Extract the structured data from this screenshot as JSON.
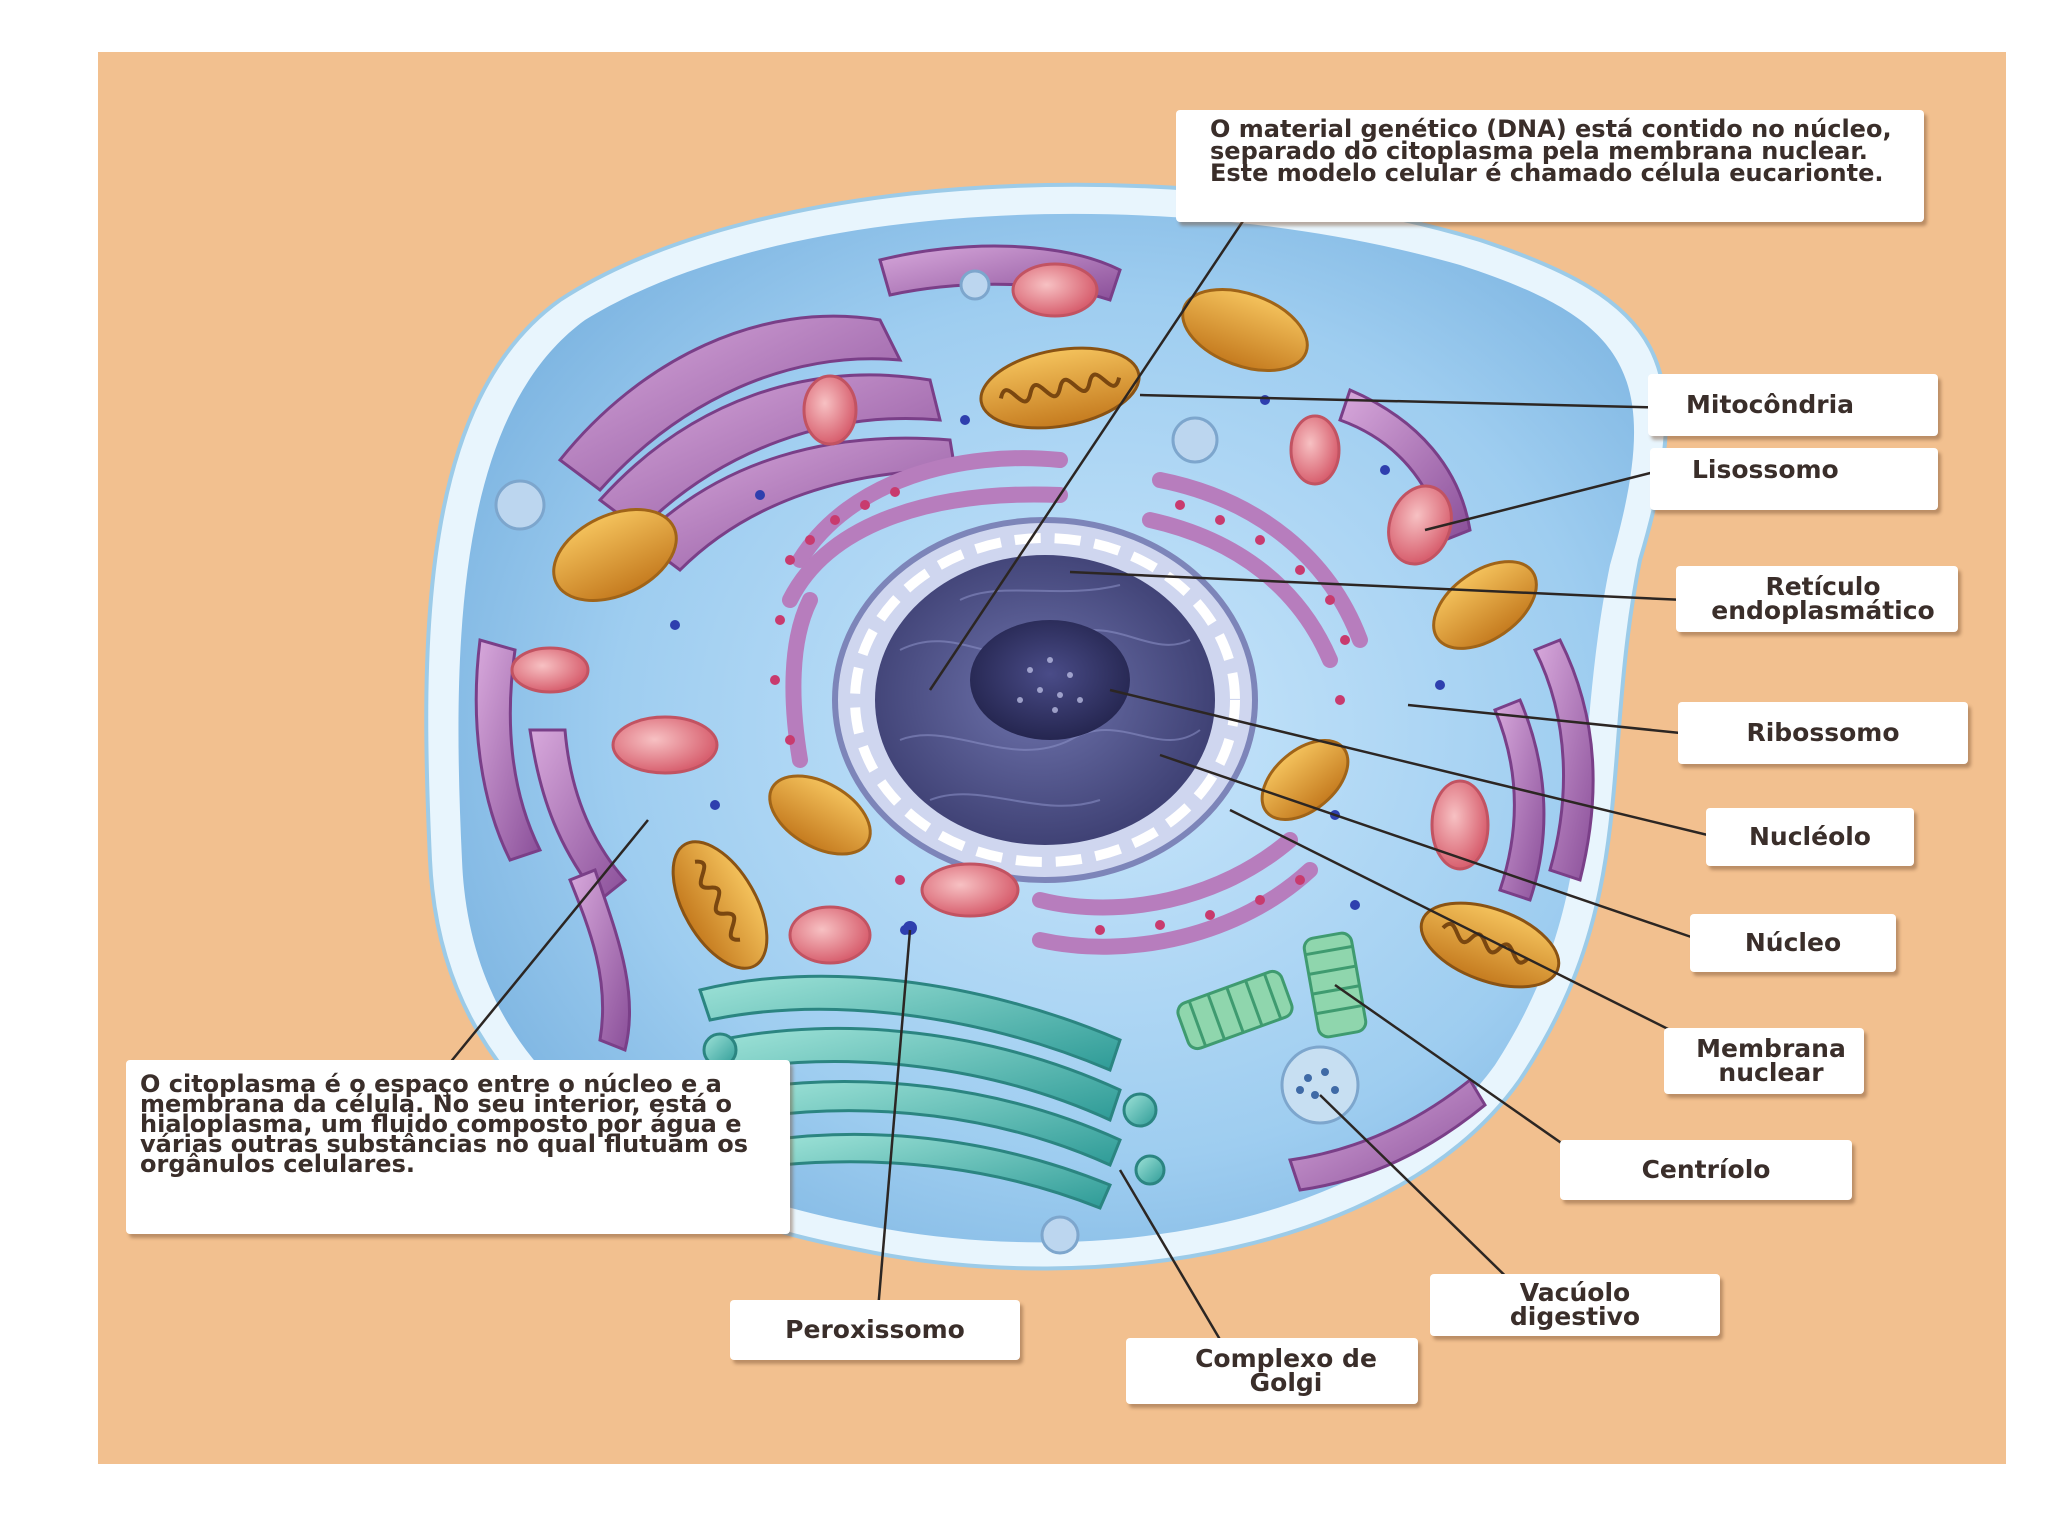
{
  "labels": {
    "dna": "O material genético (DNA) está contido no núcleo, separado do citoplasma pela membrana nuclear. Este modelo celular é chamado célula eucarionte.",
    "citoplasma": "O citoplasma é o espaço entre o núcleo e a membrana da célula. No seu interior, está o hialoplasma, um fluido composto por água e várias outras substâncias no qual flutuam os orgânulos celulares.",
    "mitocondria": "Mitocôndria",
    "lisossomo": "Lisossomo",
    "reticulo": "Retículo endoplasmático",
    "ribossomo": "Ribossomo",
    "nucleolo": "Nucléolo",
    "nucleo": "Núcleo",
    "membrana_nuclear": "Membrana nuclear",
    "centriolo": "Centríolo",
    "vacuolo": "Vacúolo digestivo",
    "complexo_golgi": "Complexo de Golgi",
    "peroxissomo": "Peroxissomo"
  },
  "colors": {
    "background_panel": "#f2c08f",
    "cytoplasm": "#a9d4f2",
    "cell_membrane": "#e6f4fd",
    "nucleus": "#5a5e96",
    "nucleolus": "#3a3c70",
    "mitochondria": "#e8a73c",
    "lysosome": "#e98a92",
    "endoplasmic_reticulum": "#b07ab5",
    "golgi": "#5fbfb5",
    "ribosome": "#c83b6e",
    "leader_line": "#2c2623"
  }
}
